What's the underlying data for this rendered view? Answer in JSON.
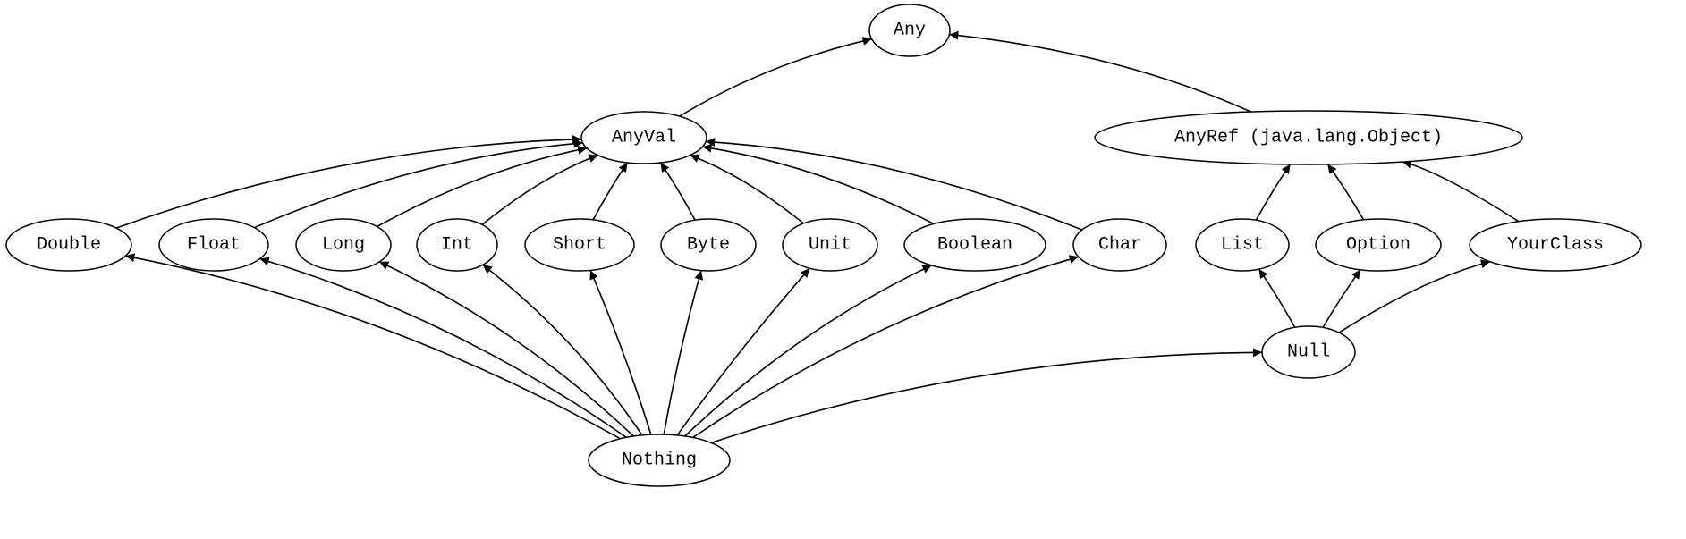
{
  "diagram": {
    "type": "type-hierarchy",
    "nodes": [
      {
        "id": "any",
        "label": "Any"
      },
      {
        "id": "anyval",
        "label": "AnyVal"
      },
      {
        "id": "anyref",
        "label": "AnyRef (java.lang.Object)"
      },
      {
        "id": "double",
        "label": "Double"
      },
      {
        "id": "float",
        "label": "Float"
      },
      {
        "id": "long",
        "label": "Long"
      },
      {
        "id": "int",
        "label": "Int"
      },
      {
        "id": "short",
        "label": "Short"
      },
      {
        "id": "byte",
        "label": "Byte"
      },
      {
        "id": "unit",
        "label": "Unit"
      },
      {
        "id": "boolean",
        "label": "Boolean"
      },
      {
        "id": "char",
        "label": "Char"
      },
      {
        "id": "list",
        "label": "List"
      },
      {
        "id": "option",
        "label": "Option"
      },
      {
        "id": "yourclass",
        "label": "YourClass"
      },
      {
        "id": "null",
        "label": "Null"
      },
      {
        "id": "nothing",
        "label": "Nothing"
      }
    ],
    "edges": [
      {
        "from": "anyval",
        "to": "any"
      },
      {
        "from": "anyref",
        "to": "any"
      },
      {
        "from": "double",
        "to": "anyval"
      },
      {
        "from": "float",
        "to": "anyval"
      },
      {
        "from": "long",
        "to": "anyval"
      },
      {
        "from": "int",
        "to": "anyval"
      },
      {
        "from": "short",
        "to": "anyval"
      },
      {
        "from": "byte",
        "to": "anyval"
      },
      {
        "from": "unit",
        "to": "anyval"
      },
      {
        "from": "boolean",
        "to": "anyval"
      },
      {
        "from": "char",
        "to": "anyval"
      },
      {
        "from": "list",
        "to": "anyref"
      },
      {
        "from": "option",
        "to": "anyref"
      },
      {
        "from": "yourclass",
        "to": "anyref"
      },
      {
        "from": "null",
        "to": "list"
      },
      {
        "from": "null",
        "to": "option"
      },
      {
        "from": "null",
        "to": "yourclass"
      },
      {
        "from": "nothing",
        "to": "double"
      },
      {
        "from": "nothing",
        "to": "float"
      },
      {
        "from": "nothing",
        "to": "long"
      },
      {
        "from": "nothing",
        "to": "int"
      },
      {
        "from": "nothing",
        "to": "short"
      },
      {
        "from": "nothing",
        "to": "byte"
      },
      {
        "from": "nothing",
        "to": "unit"
      },
      {
        "from": "nothing",
        "to": "boolean"
      },
      {
        "from": "nothing",
        "to": "char"
      },
      {
        "from": "nothing",
        "to": "null"
      }
    ]
  }
}
